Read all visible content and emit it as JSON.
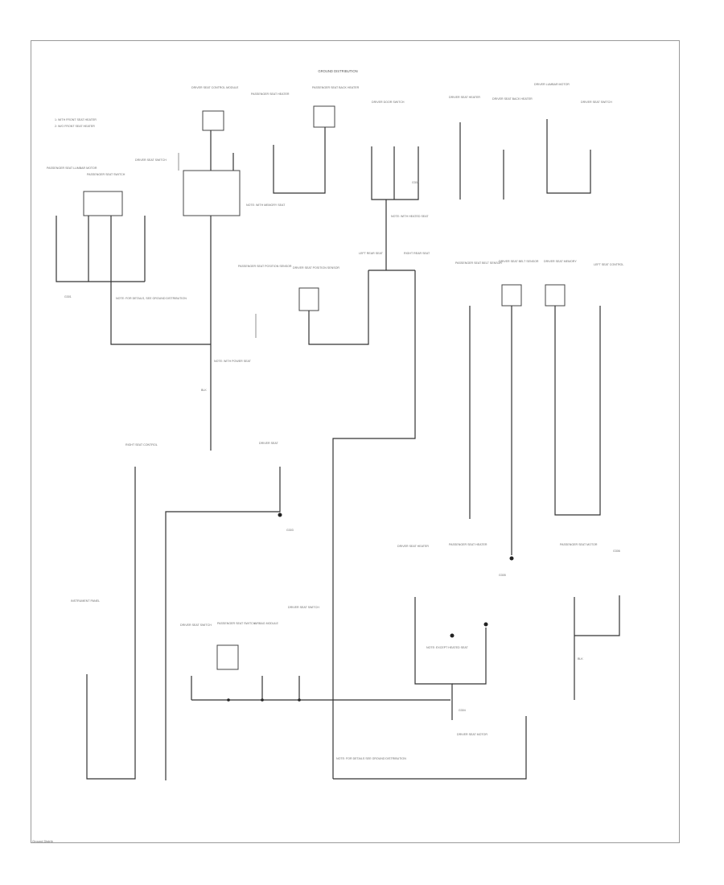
{
  "diagram": {
    "title": "GROUND DISTRIBUTION",
    "legend": [
      "1: WITH FRONT SEAT HEATER",
      "2: W/O FRONT SEAT HEATER"
    ],
    "components": {
      "c1": "PASSENGER SEAT LUMBAR MOTOR",
      "c2": "PASSENGER SEAT SWITCH",
      "c3": "DRIVER SEAT SWITCH",
      "c4": "DRIVER SEAT CONTROL MODULE",
      "c5": "PASSENGER SEAT HEATER",
      "c6": "PASSENGER SEAT BACK HEATER",
      "c7": "DRIVER DOOR SWITCH",
      "c8": "DRIVER SEAT HEATER",
      "c9": "DRIVER SEAT BACK HEATER",
      "c10": "DRIVER LUMBAR MOTOR",
      "c11": "DRIVER SEAT SWITCH",
      "c12": "PASSENGER SEAT POSITION SENSOR",
      "c13": "DRIVER SEAT POSITION SENSOR",
      "c14": "LEFT REAR SEAT",
      "c15": "RIGHT REAR SEAT",
      "c16": "PASSENGER SEAT BELT SENSOR",
      "c17": "DRIVER SEAT BELT SENSOR",
      "c18": "DRIVER SEAT MEMORY",
      "c19": "LEFT SEAT CONTROL",
      "c20": "RIGHT SEAT CONTROL",
      "c21": "DRIVER SEAT",
      "c22": "INSTRUMENT PANEL",
      "c23": "DRIVER SEAT SWITCH",
      "c24": "PASSENGER SEAT SWITCH",
      "c25": "AIRBAG MODULE",
      "c26": "DRIVER SEAT SWITCH",
      "c27": "DRIVER SEAT HEATER",
      "c28": "PASSENGER SEAT HEATER",
      "c29": "DRIVER SEAT MOTOR",
      "c30": "PASSENGER SEAT MOTOR"
    },
    "grounds": {
      "g1": "G301",
      "g2": "G302",
      "g3": "G303",
      "g4": "G304",
      "g5": "G305",
      "g6": "G306"
    },
    "notes": {
      "n1": "NOTE: FOR DETAILS, SEE GROUND DISTRIBUTION",
      "n2": "NOTE: WITH POWER SEAT",
      "n3": "NOTE: WITH MEMORY SEAT",
      "n4": "NOTE: WITH HEATED SEAT",
      "n5": "NOTE: EXCEPT HEATED SEAT",
      "n6": "NOTE: FOR DETAILS SEE GROUND DISTRIBUTION"
    },
    "wire_label": "BLK",
    "footer": "Ground Distrib"
  }
}
